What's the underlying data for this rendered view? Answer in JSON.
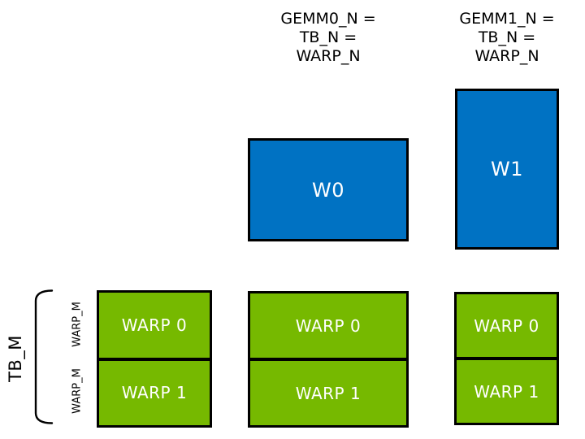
{
  "colors": {
    "blue": "#0072C3",
    "green": "#76B900",
    "border": "#000000",
    "text_light": "#ffffff",
    "text_dark": "#000000",
    "bg": "#ffffff"
  },
  "headers": [
    {
      "lines": [
        "GEMM0_N =",
        "TB_N =",
        "WARP_N"
      ]
    },
    {
      "lines": [
        "GEMM1_N =",
        "TB_N =",
        "WARP_N"
      ]
    }
  ],
  "tiles": [
    {
      "label": "W0"
    },
    {
      "label": "W1"
    }
  ],
  "columns": [
    {
      "cells": [
        "WARP 0",
        "WARP 1"
      ]
    },
    {
      "cells": [
        "WARP 0",
        "WARP 1"
      ]
    },
    {
      "cells": [
        "WARP 0",
        "WARP 1"
      ]
    }
  ],
  "left": {
    "tb_label": "TB_M",
    "warp_labels": [
      "WARP_M",
      "WARP_M"
    ]
  }
}
